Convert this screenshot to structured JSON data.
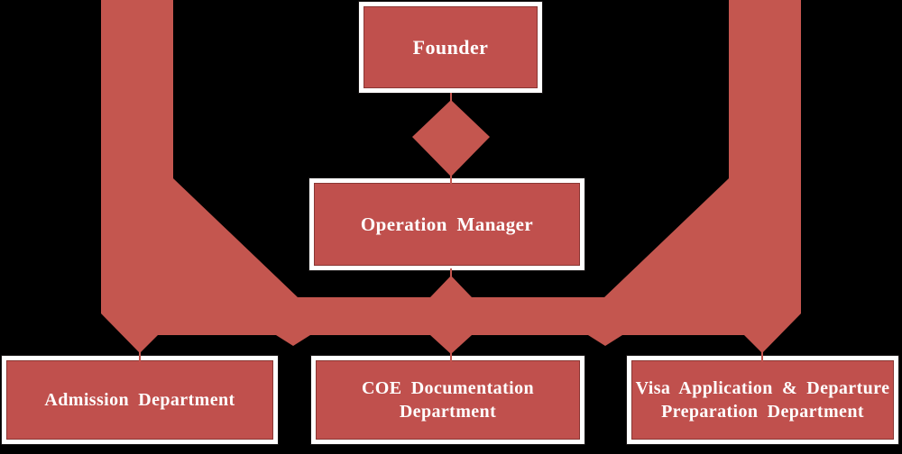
{
  "diagram": {
    "type": "org-chart",
    "background_color": "#000000"
  },
  "colors": {
    "node_fill": "#c0504d",
    "node_border": "#ffffff",
    "connector": "#c4564f",
    "text": "#ffffff"
  },
  "nodes": {
    "founder": {
      "lines": [
        "Founder"
      ]
    },
    "operation_manager": {
      "lines": [
        "Operation Manager"
      ]
    },
    "admission": {
      "lines": [
        "Admission Department"
      ]
    },
    "coe": {
      "lines": [
        "COE Documentation",
        "Department"
      ]
    },
    "visa": {
      "lines": [
        "Visa Application & Departure",
        "Preparation Department"
      ]
    }
  },
  "edges": [
    {
      "from": "Founder",
      "to": "Operation Manager"
    },
    {
      "from": "Operation Manager",
      "to": "Admission Department"
    },
    {
      "from": "Operation Manager",
      "to": "COE Documentation Department"
    },
    {
      "from": "Operation Manager",
      "to": "Visa Application & Departure Preparation Department"
    }
  ]
}
